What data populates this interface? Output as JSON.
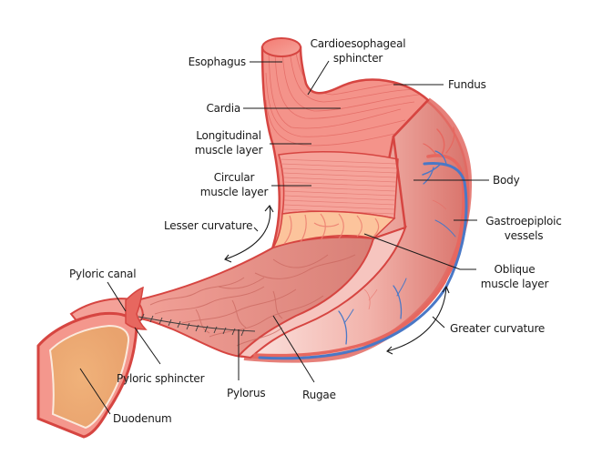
{
  "title": "Stomach anatomy",
  "colors": {
    "muscle": "#f4938a",
    "muscle_dark": "#d9534f",
    "outline": "#d64541",
    "oblique": "#fcc49c",
    "inner": "#e58a80",
    "serosa_light": "#f9dcd8",
    "vein": "#4a78c6",
    "artery": "#e7675f",
    "duodenum": "#edb07c",
    "line": "#1a1a1a"
  },
  "labels": {
    "esophagus": "Esophagus",
    "cardioesophageal_sphincter": [
      "Cardioesophageal",
      "sphincter"
    ],
    "fundus": "Fundus",
    "cardia": "Cardia",
    "longitudinal_muscle_layer": [
      "Longitudinal",
      "muscle layer"
    ],
    "circular_muscle_layer": [
      "Circular",
      "muscle layer"
    ],
    "body": "Body",
    "gastroepiploic_vessels": [
      "Gastroepiploic",
      "vessels"
    ],
    "lesser_curvature": "Lesser curvature",
    "oblique_muscle_layer": [
      "Oblique",
      "muscle layer"
    ],
    "pyloric_canal": "Pyloric canal",
    "greater_curvature": "Greater curvature",
    "pyloric_sphincter": "Pyloric sphincter",
    "pylorus": "Pylorus",
    "rugae": "Rugae",
    "duodenum": "Duodenum"
  }
}
